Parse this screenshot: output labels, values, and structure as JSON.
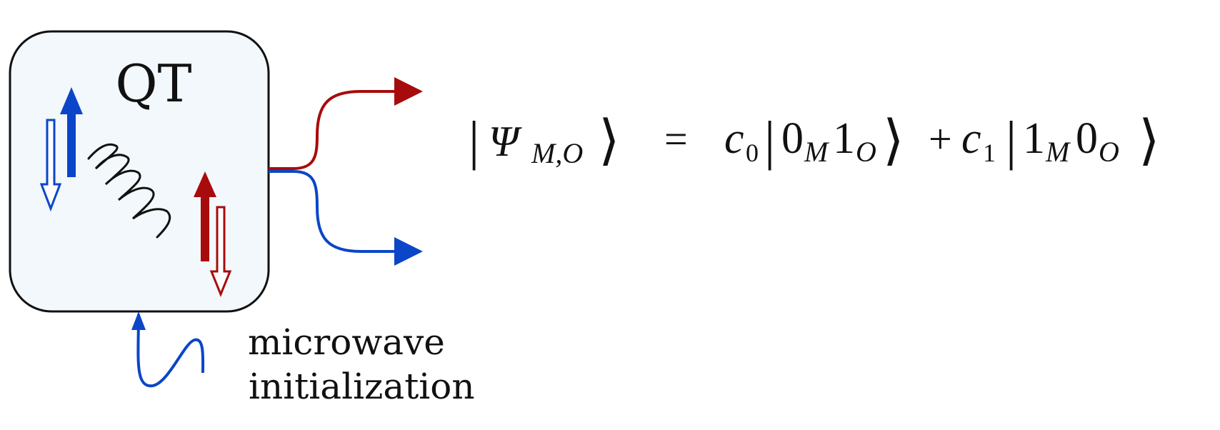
{
  "box": {
    "label": "QT",
    "fill_color": "#f2f8fb",
    "stroke_color": "#111111"
  },
  "colors": {
    "blue": "#0b46c8",
    "red": "#a80b0b",
    "black": "#111111"
  },
  "outputs": [
    {
      "name": "upper-output",
      "color": "#a80b0b"
    },
    {
      "name": "lower-output",
      "color": "#0b46c8"
    }
  ],
  "input": {
    "label_line1": "microwave",
    "label_line2": "initialization",
    "color": "#0b46c8"
  },
  "equation": {
    "lhs_psi": "Ψ",
    "lhs_subscript": "M,O",
    "equals": "=",
    "c0": "c",
    "c0_subscript": "0",
    "term1_a": "0",
    "term1_a_subscript": "M",
    "term1_b": "1",
    "term1_b_subscript": "O",
    "plus": "+",
    "c1": "c",
    "c1_subscript": "1",
    "term2_a": "1",
    "term2_a_subscript": "M",
    "term2_b": "0",
    "term2_b_subscript": "O",
    "bar": "|",
    "angle": "⟩"
  }
}
